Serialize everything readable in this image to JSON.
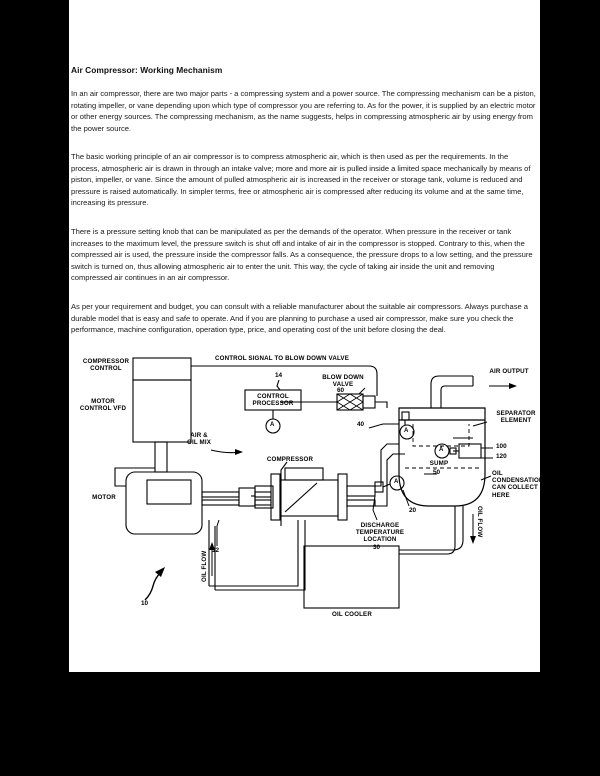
{
  "document": {
    "title": "Air Compressor: Working Mechanism",
    "paragraphs": [
      "In an air compressor, there are two major parts  - a compressing system and a power source. The compressing mechanism can be a piston, rotating impeller, or vane depending upon which type of compressor you are referring to. As for the power, it is supplied by an electric motor or other energy sources. The compressing mechanism, as the name suggests, helps in compressing atmospheric air by using energy from the power source.",
      "The basic working principle of an air compressor is to compress atmospheric air, which is then used as per the requirements. In the process, atmospheric air is drawn in through an intake valve; more and more air is pulled inside a limited space mechanically by means of piston, impeller, or vane. Since the amount of pulled atmospheric air is increased in the receiver or storage tank, volume is reduced and pressure is raised automatically. In simpler terms, free or atmospheric air is compressed after reducing its volume and at the same time, increasing its pressure.",
      "There is a pressure setting knob that can be manipulated as per the demands of the operator. When pressure in the receiver or tank increases to the maximum level, the pressure switch is shut off and intake of air in the compressor is stopped. Contrary to this, when the compressed air is used, the pressure inside the compressor falls. As a consequence, the pressure drops to a low setting, and the pressure switch is turned on, thus allowing atmospheric air to enter the unit. This way, the cycle of taking air inside the unit and removing compressed air continues in an air compressor.",
      "As per your requirement and budget, you can consult with a reliable manufacturer about the suitable air compressors. Always purchase a durable model that is easy and safe to operate. And if you are planning to purchase a used air compressor, make sure you check the performance, machine configuration, operation type, price, and operating cost of the unit before closing the deal."
    ]
  },
  "diagram": {
    "labels": {
      "compressor_control": "COMPRESSOR\nCONTROL",
      "motor_control_vfd": "MOTOR\nCONTROL VFD",
      "motor": "MOTOR",
      "control_signal": "CONTROL SIGNAL TO BLOW DOWN VALVE",
      "control_processor": "CONTROL\nPROCESSOR",
      "blow_down_valve": "BLOW DOWN\nVALVE",
      "air_output": "AIR OUTPUT",
      "separator_element": "SEPARATOR\nELEMENT",
      "air_oil_mix": "AIR &\nOIL MIX",
      "sump": "SUMP",
      "oil_condensation": "OIL CONDENSATION\nCAN COLLECT HERE",
      "compressor": "COMPRESSOR",
      "discharge_temperature": "DISCHARGE\nTEMPERATURE\nLOCATION",
      "oil_cooler": "OIL COOLER",
      "oil_flow_left": "OIL FLOW",
      "oil_flow_right": "OIL FLOW"
    },
    "reference_numerals": {
      "assembly": "10",
      "compressor_shaft": "12",
      "control_processor": "14",
      "discharge_sensor": "20",
      "discharge_location": "30",
      "sump_inlet_sensor": "40",
      "sump": "50",
      "blow_down_valve": "60",
      "separator_upper": "100",
      "separator_lower": "120"
    },
    "sensor_marker": "A",
    "colors": {
      "ink": "#000000",
      "paper": "#ffffff",
      "backdrop": "#000000"
    }
  }
}
